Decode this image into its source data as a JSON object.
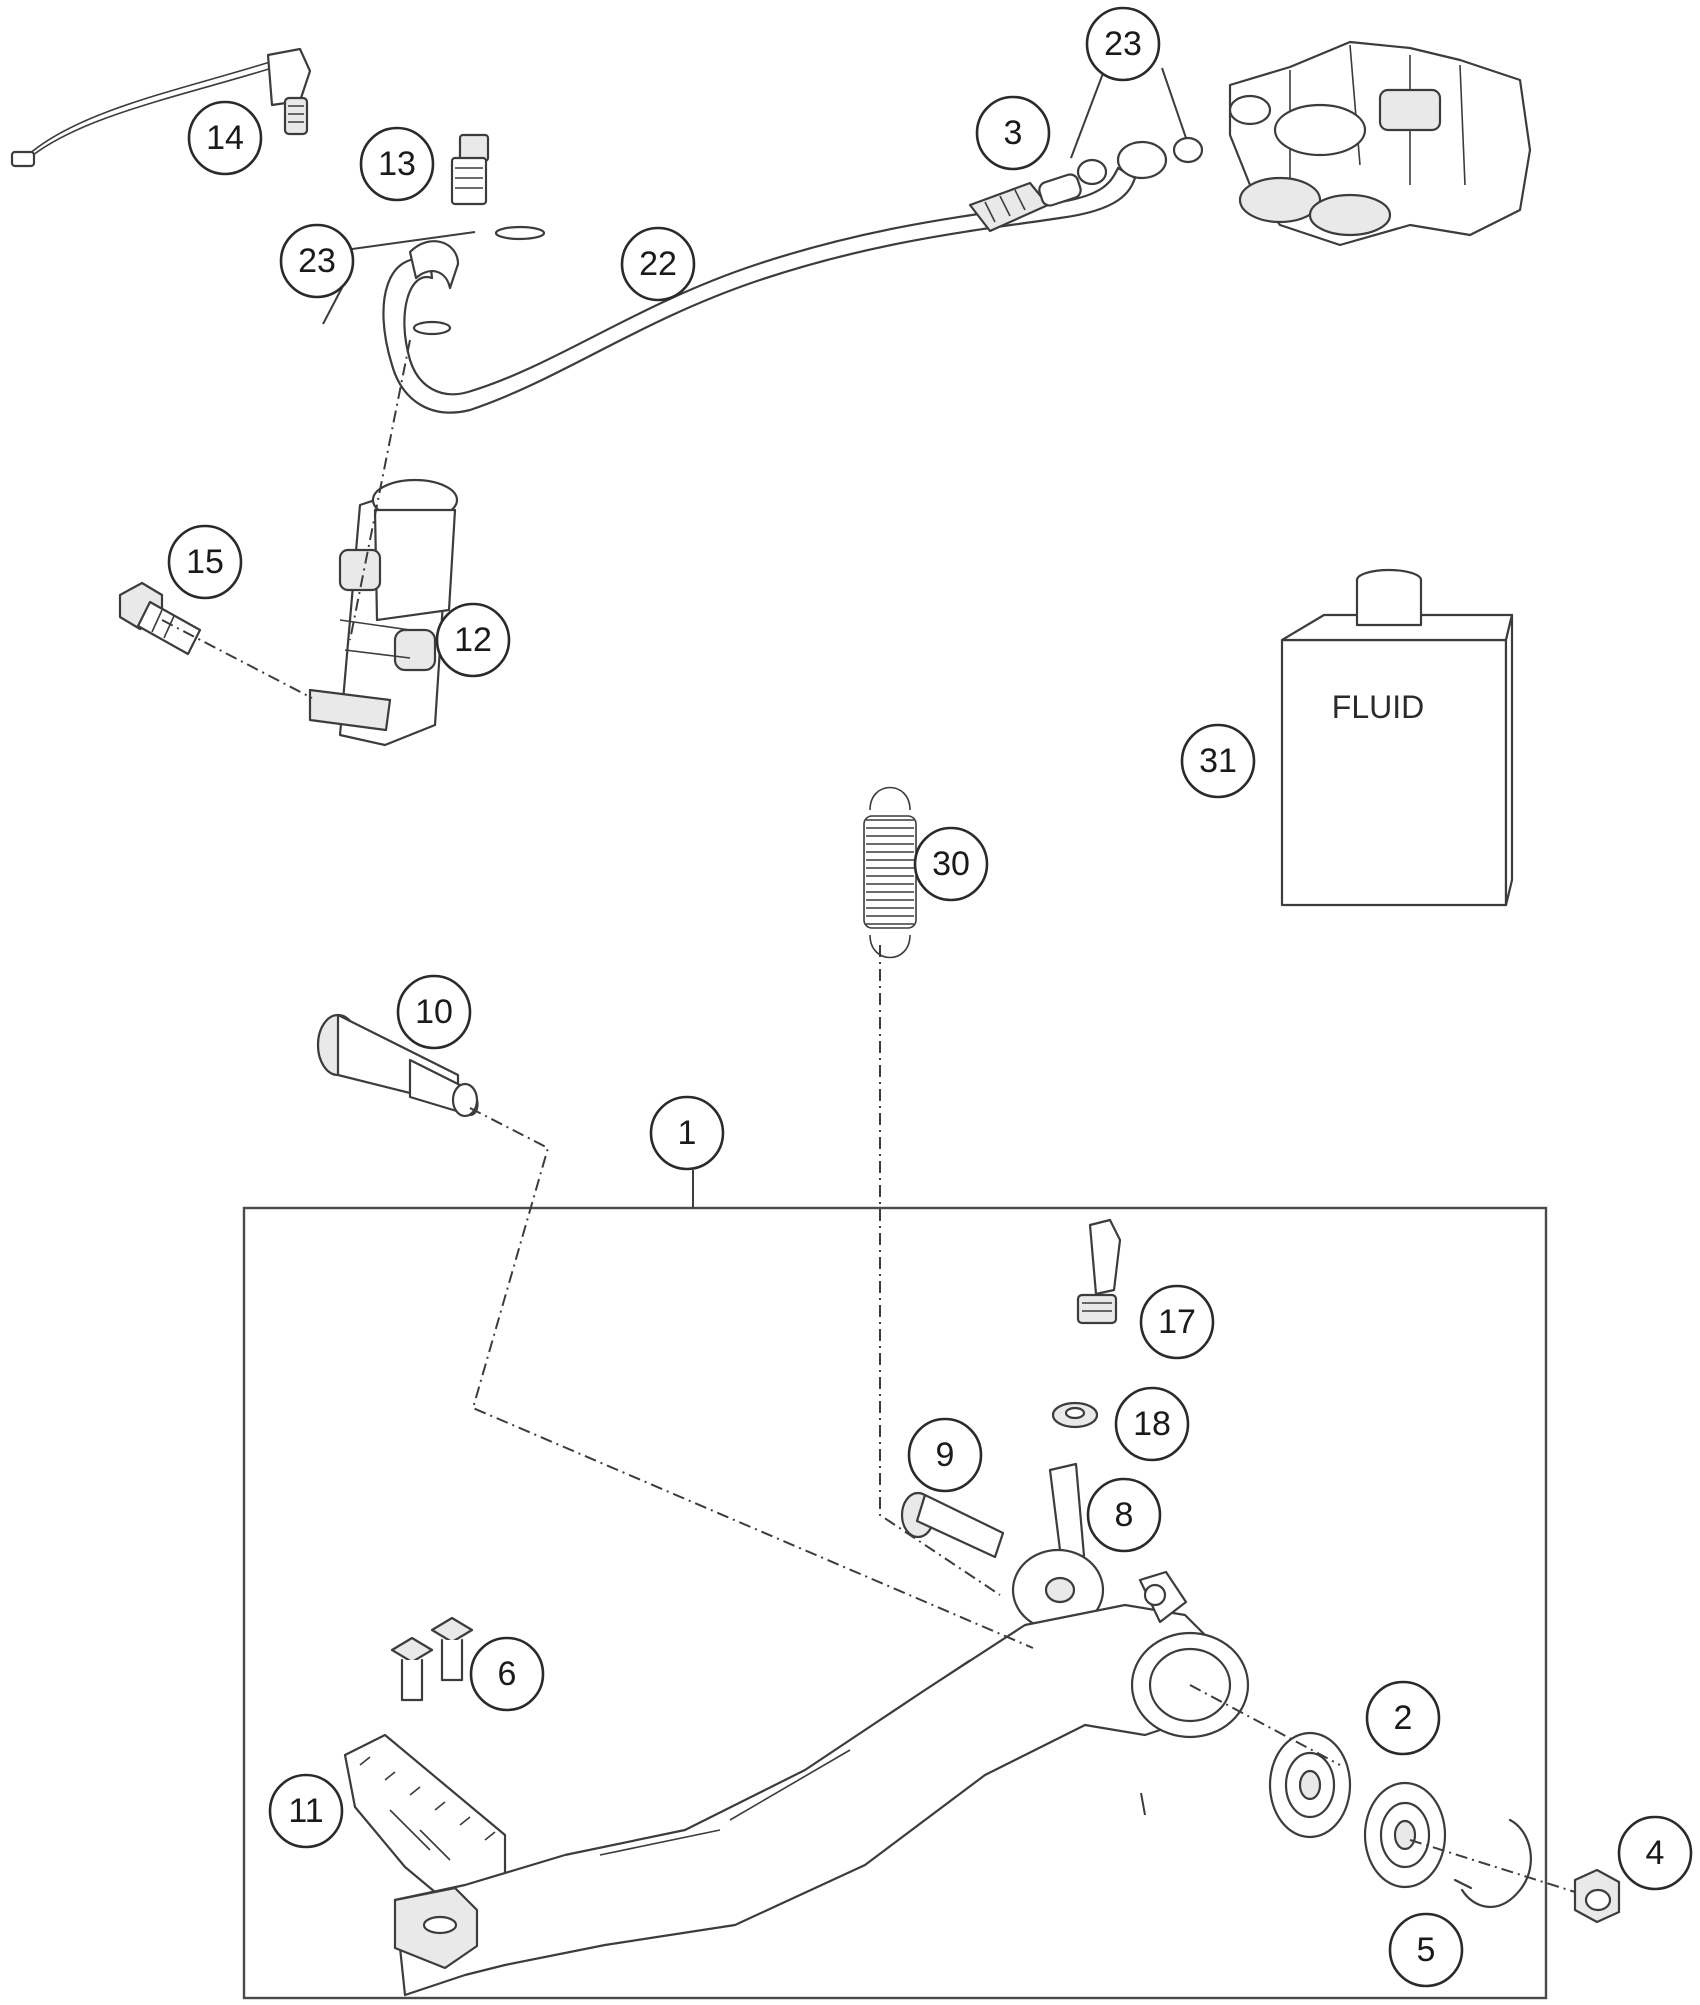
{
  "diagram": {
    "fluid_label": "FLUID",
    "callouts": [
      "14",
      "13",
      "23",
      "22",
      "3",
      "23",
      "15",
      "12",
      "31",
      "30",
      "10",
      "1",
      "17",
      "18",
      "9",
      "8",
      "6",
      "2",
      "11",
      "4",
      "5"
    ]
  }
}
